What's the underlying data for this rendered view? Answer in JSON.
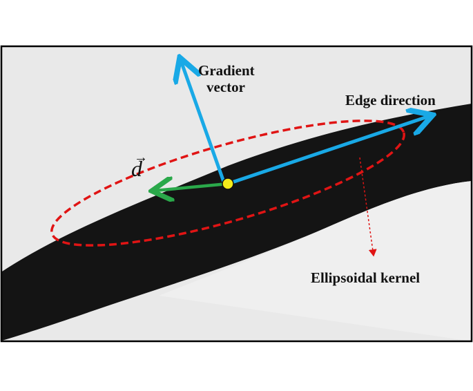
{
  "labels": {
    "gradient_line1": "Gradient",
    "gradient_line2": "vector",
    "edge_direction": "Edge direction",
    "kernel": "Ellipsoidal kernel",
    "d_symbol": "d",
    "d_arrow": "→"
  },
  "colors": {
    "background": "#e9e9e9",
    "edge": "#141414",
    "gradient_arrow": "#19a9e6",
    "edge_arrow": "#19a9e6",
    "d_arrow": "#2aa84a",
    "ellipse": "#e01414",
    "center_point": "#f4ec1a",
    "frame": "#000000"
  }
}
